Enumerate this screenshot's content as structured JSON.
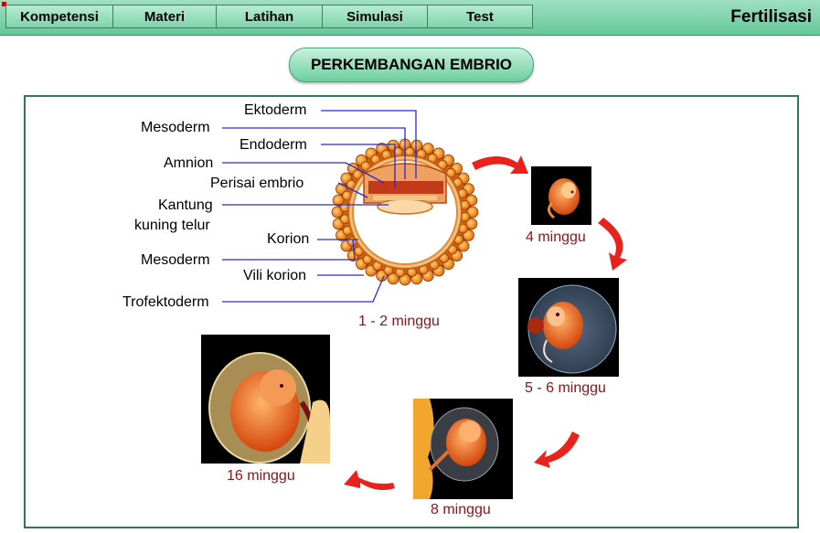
{
  "nav": {
    "items": [
      "Kompetensi",
      "Materi",
      "Latihan",
      "Simulasi",
      "Test"
    ],
    "app_title": "Fertilisasi"
  },
  "header": {
    "title": "PERKEMBANGAN EMBRIO"
  },
  "diagram": {
    "labels": {
      "ektoderm": "Ektoderm",
      "mesoderm_top": "Mesoderm",
      "endoderm": "Endoderm",
      "amnion": "Amnion",
      "perisai": "Perisai embrio",
      "kantung_1": "Kantung",
      "kantung_2": "kuning telur",
      "korion": "Korion",
      "mesoderm_bottom": "Mesoderm",
      "vili": "Vili korion",
      "trofektoderm": "Trofektoderm"
    },
    "stages": {
      "s1": "1 - 2 minggu",
      "s4": "4 minggu",
      "s56": "5 - 6 minggu",
      "s8": "8 minggu",
      "s16": "16 minggu"
    },
    "colors": {
      "arrow": "#e8231b",
      "stage_text": "#8b1418",
      "pointer": "#2a2ad0",
      "frame": "#2f7a52"
    }
  }
}
